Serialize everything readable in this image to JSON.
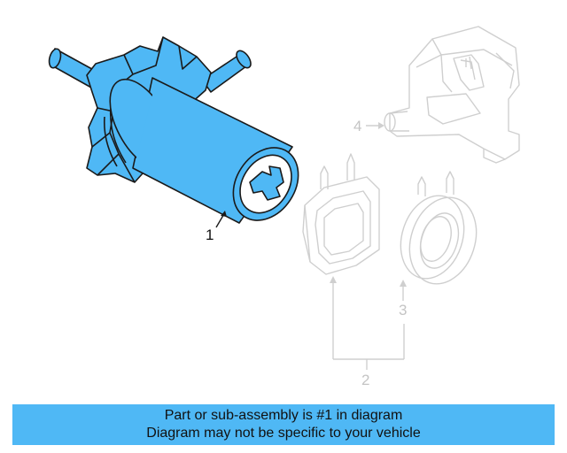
{
  "callouts": {
    "part_1": "1",
    "part_2": "2",
    "part_3": "3",
    "part_4": "4"
  },
  "banner": {
    "line1": "Part or sub-assembly is #1 in diagram",
    "line2": "Diagram may not be specific to your vehicle"
  },
  "colors": {
    "highlight": "#4fb8f5",
    "outline": "#1a1a1a",
    "ghost_line": "#cfcfcf",
    "banner_bg": "#4fb8f5"
  }
}
